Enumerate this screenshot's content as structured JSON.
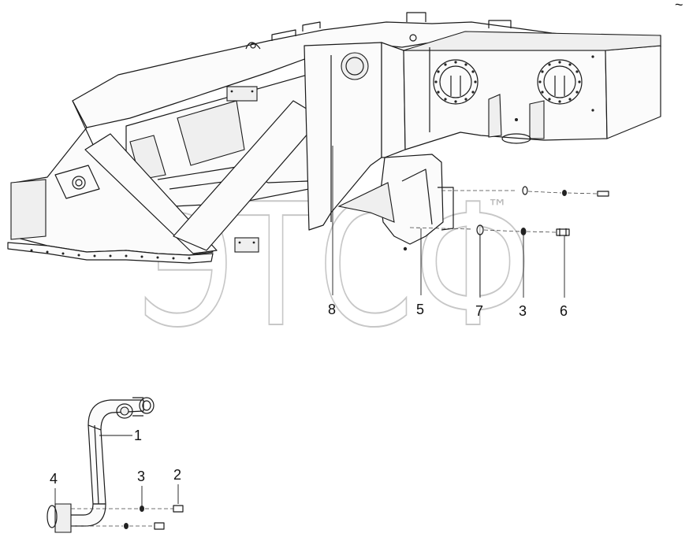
{
  "watermark": {
    "text": "ЭТСФ",
    "trademark": "™"
  },
  "corner_mark": "~",
  "callouts_top": [
    {
      "id": "8",
      "label": "8"
    },
    {
      "id": "5",
      "label": "5"
    },
    {
      "id": "7",
      "label": "7"
    },
    {
      "id": "3",
      "label": "3"
    },
    {
      "id": "6",
      "label": "6"
    }
  ],
  "callouts_bottom": [
    {
      "id": "1",
      "label": "1"
    },
    {
      "id": "4",
      "label": "4"
    },
    {
      "id": "3",
      "label": "3"
    },
    {
      "id": "2",
      "label": "2"
    }
  ]
}
